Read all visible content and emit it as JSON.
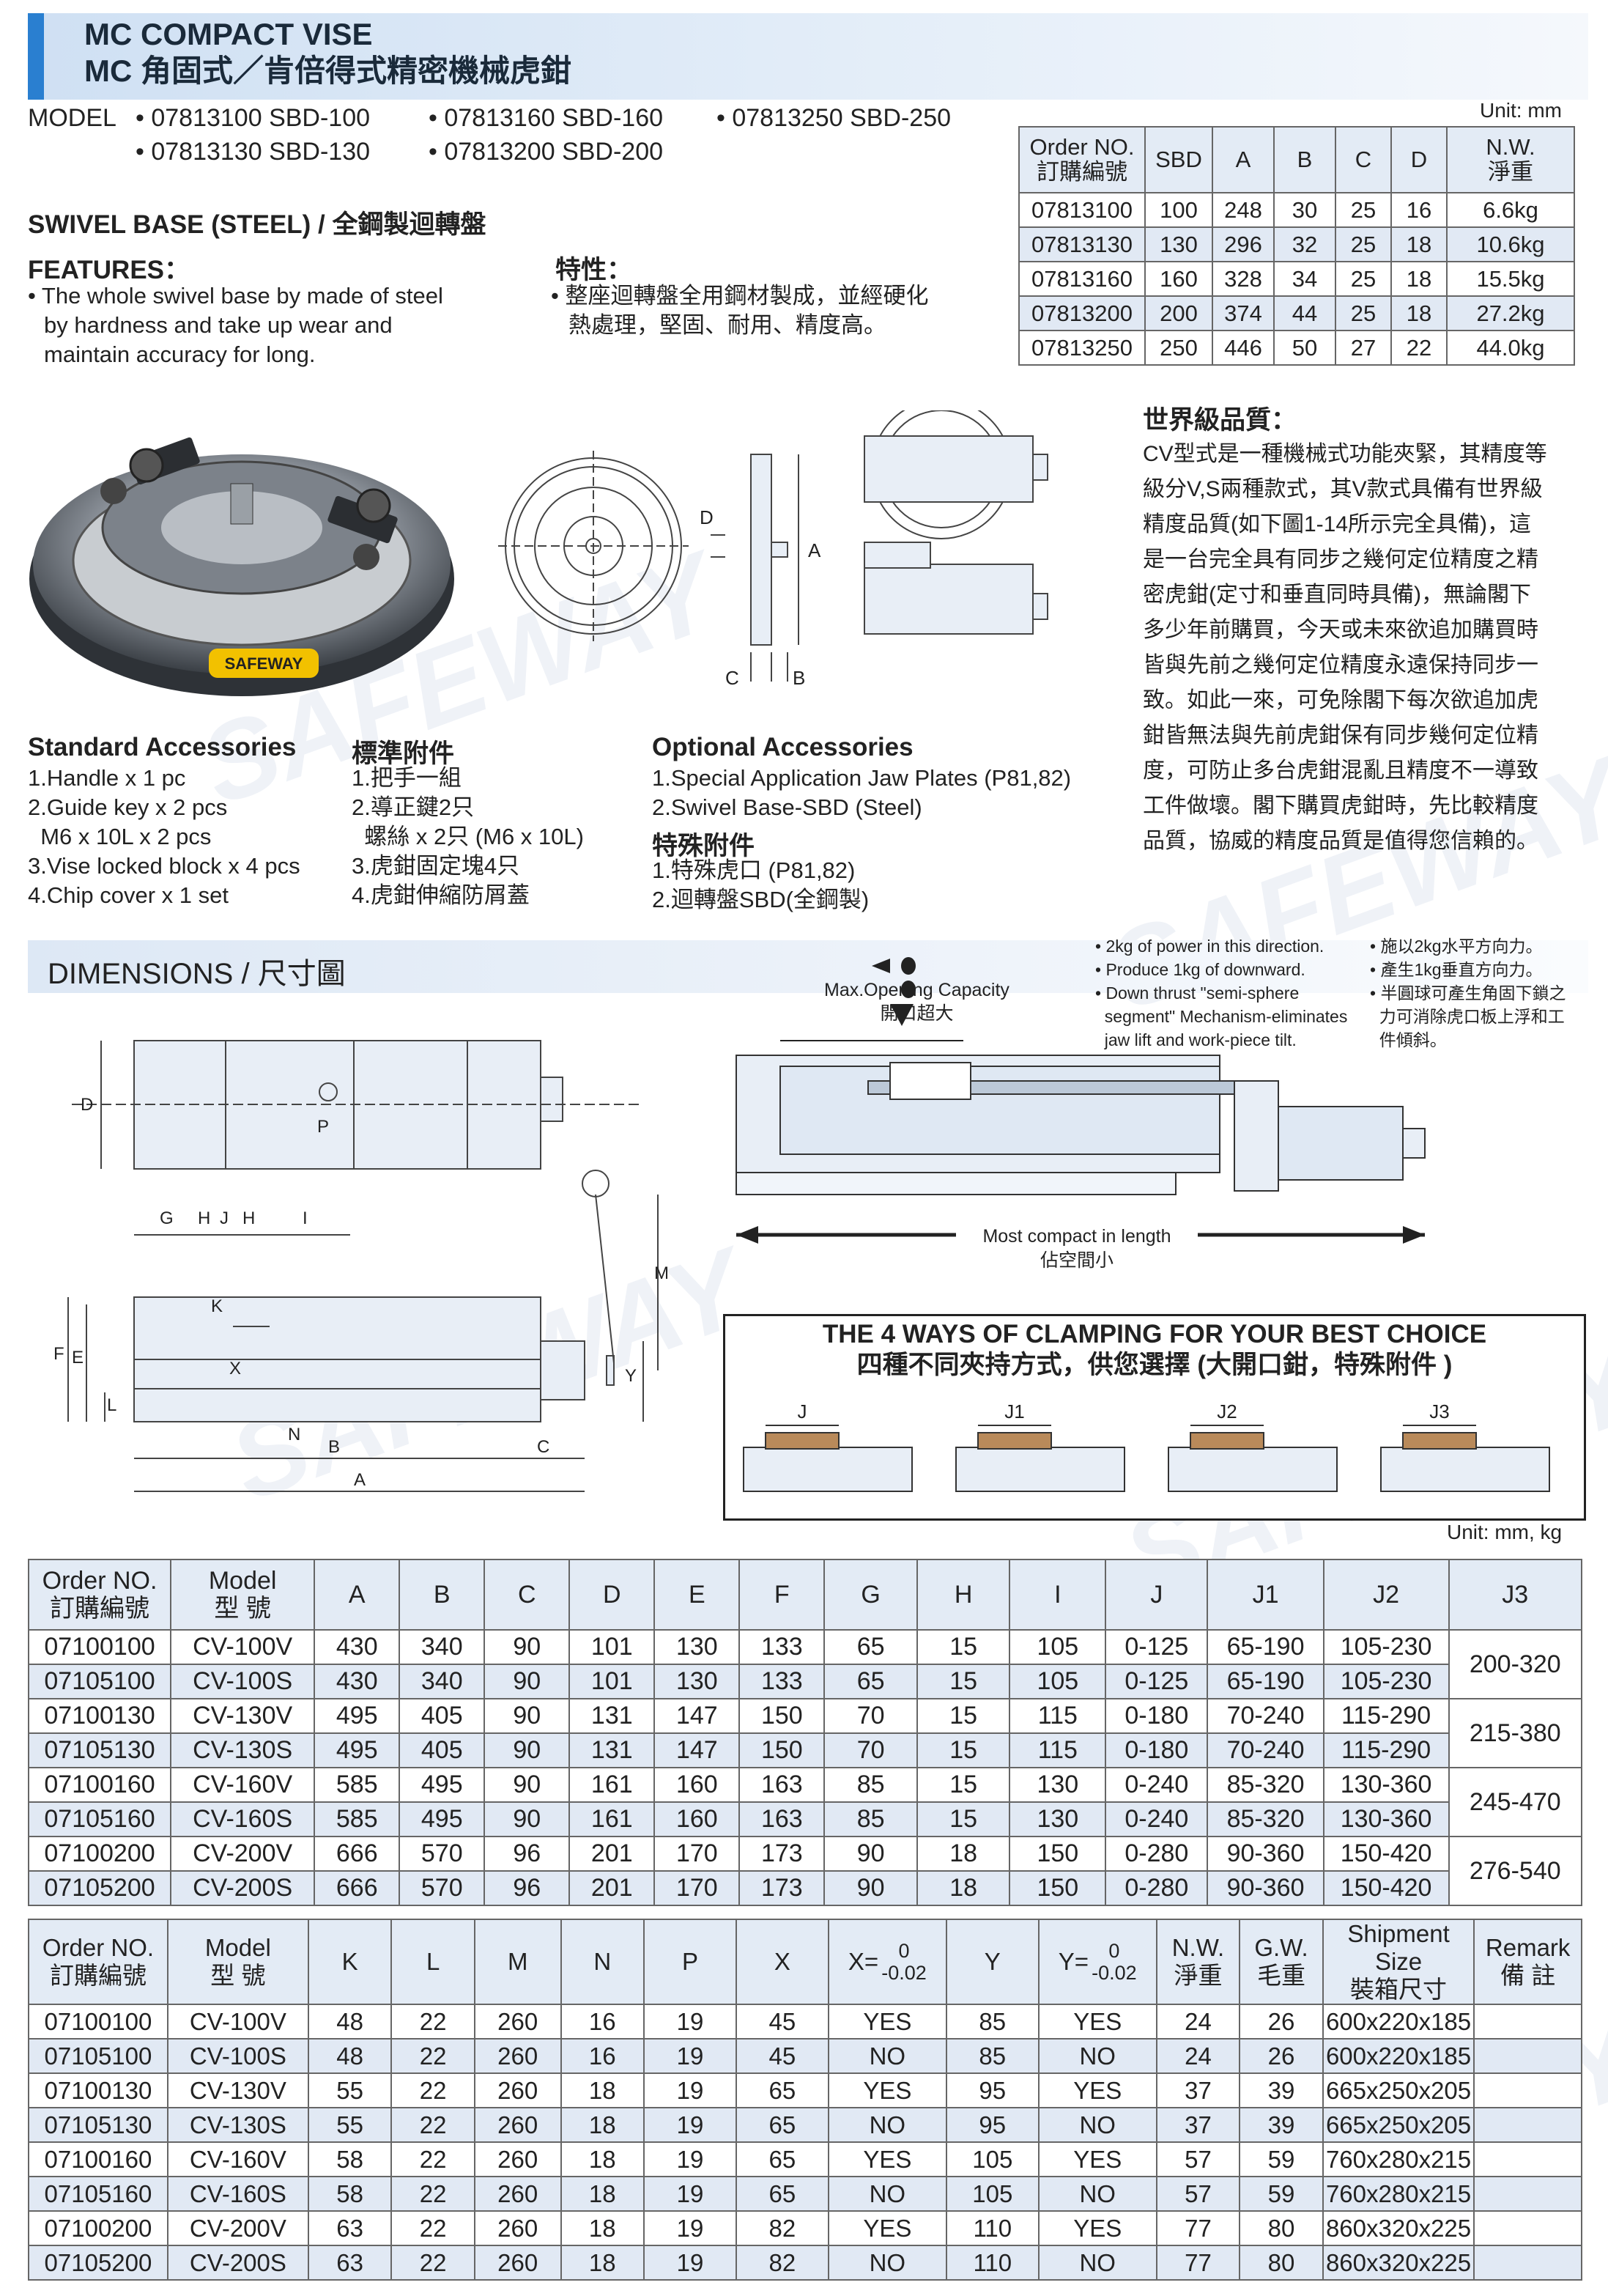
{
  "header": {
    "title_en": "MC COMPACT VISE",
    "title_zh": "MC 角固式／肯倍得式精密機械虎鉗"
  },
  "model_line": {
    "label": "MODEL",
    "items": [
      "• 07813100  SBD-100",
      "• 07813160  SBD-160",
      "• 07813250  SBD-250",
      "• 07813130  SBD-130",
      "• 07813200  SBD-200"
    ]
  },
  "unit_top": "Unit: mm",
  "swivel": {
    "title": "SWIVEL BASE (STEEL) / 全鋼製迴轉盤",
    "features_label": "FEATURES：",
    "features_text": [
      "• The whole swivel base by made of steel",
      "by hardness and take up wear and",
      "maintain accuracy for long."
    ],
    "features_zh_label": "特性：",
    "features_zh_text": [
      "• 整座迴轉盤全用鋼材製成，並經硬化",
      "熱處理，堅固、耐用、精度高。"
    ]
  },
  "sbd_table": {
    "headers": [
      "Order NO.\n訂購編號",
      "SBD",
      "A",
      "B",
      "C",
      "D",
      "N.W.\n淨重"
    ],
    "header_top": [
      "Order NO.",
      "SBD",
      "A",
      "B",
      "C",
      "D",
      "N.W."
    ],
    "header_bottom": [
      "訂購編號",
      "",
      "",
      "",
      "",
      "",
      "淨重"
    ],
    "rows": [
      [
        "07813100",
        "100",
        "248",
        "30",
        "25",
        "16",
        "6.6kg"
      ],
      [
        "07813130",
        "130",
        "296",
        "32",
        "25",
        "18",
        "10.6kg"
      ],
      [
        "07813160",
        "160",
        "328",
        "34",
        "25",
        "18",
        "15.5kg"
      ],
      [
        "07813200",
        "200",
        "374",
        "44",
        "25",
        "18",
        "27.2kg"
      ],
      [
        "07813250",
        "250",
        "446",
        "50",
        "27",
        "22",
        "44.0kg"
      ]
    ]
  },
  "quality": {
    "title": "世界級品質：",
    "lines": [
      "CV型式是一種機械式功能夾緊，其精度等",
      "級分V,S兩種款式，其V款式具備有世界級",
      "精度品質(如下圖1-14所示完全具備)，這",
      "是一台完全具有同步之幾何定位精度之精",
      "密虎鉗(定寸和垂直同時具備)，無論閣下",
      "多少年前購買，今天或未來欲追加購買時",
      "皆與先前之幾何定位精度永遠保持同步一",
      "致。如此一來，可免除閣下每次欲追加虎",
      "鉗皆無法與先前虎鉗保有同步幾何定位精",
      "度，可防止多台虎鉗混亂且精度不一導致",
      "工件做壞。閣下購買虎鉗時，先比較精度",
      "品質，協威的精度品質是值得您信賴的。"
    ]
  },
  "drawing_labels": {
    "d": "D",
    "a": "A",
    "c": "C",
    "b": "B",
    "brand": "SAFEWAY"
  },
  "std_acc": {
    "title": "Standard Accessories",
    "items": [
      "1.Handle x 1 pc",
      "2.Guide key x 2 pcs",
      "  M6 x 10L x 2 pcs",
      "3.Vise locked block x 4 pcs",
      "4.Chip cover x 1 set"
    ],
    "title_zh": "標準附件",
    "items_zh": [
      "1.把手一組",
      "2.導正鍵2只",
      "  螺絲 x 2只 (M6 x 10L)",
      "3.虎鉗固定塊4只",
      "4.虎鉗伸縮防屑蓋"
    ]
  },
  "opt_acc": {
    "title": "Optional Accessories",
    "items": [
      "1.Special Application Jaw Plates (P81,82)",
      "2.Swivel Base-SBD (Steel)"
    ],
    "title_zh": "特殊附件",
    "items_zh": [
      "1.特殊虎口 (P81,82)",
      "2.迴轉盤SBD(全鋼製)"
    ]
  },
  "dimensions": {
    "title": "DIMENSIONS / 尺寸圖",
    "labels": [
      "D",
      "P",
      "G",
      "H",
      "J",
      "H",
      "I",
      "M",
      "K",
      "F",
      "E",
      "L",
      "X",
      "N",
      "Y",
      "B",
      "C",
      "A"
    ]
  },
  "force_notes": {
    "en": [
      "• 2kg of power in this direction.",
      "• Produce 1kg of downward.",
      "• Down thrust \"semi-sphere",
      "  segment\" Mechanism-eliminates",
      "  jaw lift and work-piece tilt."
    ],
    "zh": [
      "• 施以2kg水平方向力。",
      "• 產生1kg垂直方向力。",
      "• 半圓球可產生角固下鎖之",
      "  力可消除虎口板上浮和工",
      "  件傾斜。"
    ],
    "max_open": "Max.Opening Capacity",
    "max_open_zh": "開口超大",
    "compact": "Most compact in length",
    "compact_zh": "佔空間小"
  },
  "clamping": {
    "title_en": "THE 4 WAYS OF CLAMPING FOR YOUR BEST CHOICE",
    "title_zh": "四種不同夾持方式，供您選擇 (大開口鉗，特殊附件 )",
    "labels": [
      "J",
      "J1",
      "J2",
      "J3"
    ]
  },
  "unit_mid": "Unit: mm, kg",
  "table1": {
    "headers_top": [
      "Order NO.",
      "Model",
      "A",
      "B",
      "C",
      "D",
      "E",
      "F",
      "G",
      "H",
      "I",
      "J",
      "J1",
      "J2",
      "J3"
    ],
    "headers_bottom": [
      "訂購編號",
      "型 號",
      "",
      "",
      "",
      "",
      "",
      "",
      "",
      "",
      "",
      "",
      "",
      "",
      ""
    ],
    "rows": [
      [
        "07100100",
        "CV-100V",
        "430",
        "340",
        "90",
        "101",
        "130",
        "133",
        "65",
        "15",
        "105",
        "0-125",
        "65-190",
        "105-230"
      ],
      [
        "07105100",
        "CV-100S",
        "430",
        "340",
        "90",
        "101",
        "130",
        "133",
        "65",
        "15",
        "105",
        "0-125",
        "65-190",
        "105-230"
      ],
      [
        "07100130",
        "CV-130V",
        "495",
        "405",
        "90",
        "131",
        "147",
        "150",
        "70",
        "15",
        "115",
        "0-180",
        "70-240",
        "115-290"
      ],
      [
        "07105130",
        "CV-130S",
        "495",
        "405",
        "90",
        "131",
        "147",
        "150",
        "70",
        "15",
        "115",
        "0-180",
        "70-240",
        "115-290"
      ],
      [
        "07100160",
        "CV-160V",
        "585",
        "495",
        "90",
        "161",
        "160",
        "163",
        "85",
        "15",
        "130",
        "0-240",
        "85-320",
        "130-360"
      ],
      [
        "07105160",
        "CV-160S",
        "585",
        "495",
        "90",
        "161",
        "160",
        "163",
        "85",
        "15",
        "130",
        "0-240",
        "85-320",
        "130-360"
      ],
      [
        "07100200",
        "CV-200V",
        "666",
        "570",
        "96",
        "201",
        "170",
        "173",
        "90",
        "18",
        "150",
        "0-280",
        "90-360",
        "150-420"
      ],
      [
        "07105200",
        "CV-200S",
        "666",
        "570",
        "96",
        "201",
        "170",
        "173",
        "90",
        "18",
        "150",
        "0-280",
        "90-360",
        "150-420"
      ]
    ],
    "j3": [
      "200-320",
      "215-380",
      "245-470",
      "276-540"
    ]
  },
  "table2": {
    "headers_top": [
      "Order NO.",
      "Model",
      "K",
      "L",
      "M",
      "N",
      "P",
      "X",
      "X=",
      "Y",
      "Y=",
      "N.W.",
      "G.W.",
      "Shipment Size",
      "Remark"
    ],
    "headers_bottom": [
      "訂購編號",
      "型 號",
      "",
      "",
      "",
      "",
      "",
      "",
      "",
      "",
      "",
      "淨重",
      "毛重",
      "裝箱尺寸",
      "備 註"
    ],
    "tol_top": "0",
    "tol_bottom": "-0.02",
    "rows": [
      [
        "07100100",
        "CV-100V",
        "48",
        "22",
        "260",
        "16",
        "19",
        "45",
        "YES",
        "85",
        "YES",
        "24",
        "26",
        "600x220x185",
        ""
      ],
      [
        "07105100",
        "CV-100S",
        "48",
        "22",
        "260",
        "16",
        "19",
        "45",
        "NO",
        "85",
        "NO",
        "24",
        "26",
        "600x220x185",
        ""
      ],
      [
        "07100130",
        "CV-130V",
        "55",
        "22",
        "260",
        "18",
        "19",
        "65",
        "YES",
        "95",
        "YES",
        "37",
        "39",
        "665x250x205",
        ""
      ],
      [
        "07105130",
        "CV-130S",
        "55",
        "22",
        "260",
        "18",
        "19",
        "65",
        "NO",
        "95",
        "NO",
        "37",
        "39",
        "665x250x205",
        ""
      ],
      [
        "07100160",
        "CV-160V",
        "58",
        "22",
        "260",
        "18",
        "19",
        "65",
        "YES",
        "105",
        "YES",
        "57",
        "59",
        "760x280x215",
        ""
      ],
      [
        "07105160",
        "CV-160S",
        "58",
        "22",
        "260",
        "18",
        "19",
        "65",
        "NO",
        "105",
        "NO",
        "57",
        "59",
        "760x280x215",
        ""
      ],
      [
        "07100200",
        "CV-200V",
        "63",
        "22",
        "260",
        "18",
        "19",
        "82",
        "YES",
        "110",
        "YES",
        "77",
        "80",
        "860x320x225",
        ""
      ],
      [
        "07105200",
        "CV-200S",
        "63",
        "22",
        "260",
        "18",
        "19",
        "82",
        "NO",
        "110",
        "NO",
        "77",
        "80",
        "860x320x225",
        ""
      ]
    ]
  },
  "watermark": "SAFEWAY"
}
